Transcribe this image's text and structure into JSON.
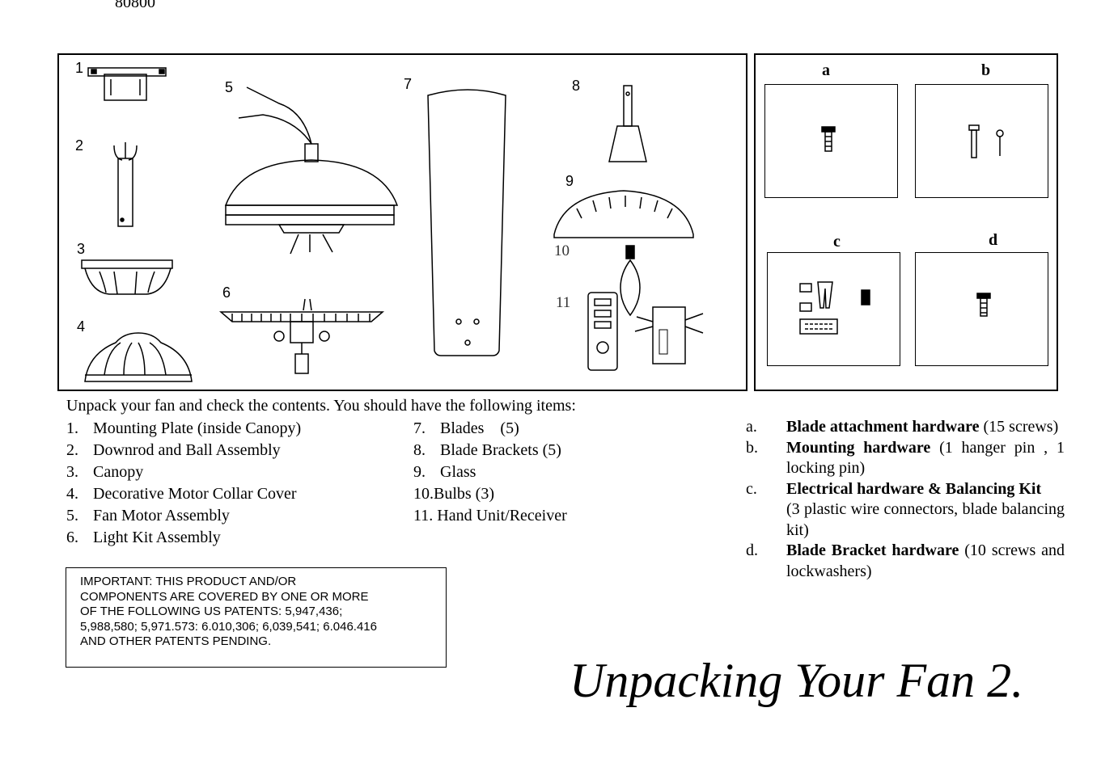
{
  "model_number": "80800",
  "parts_numbers": [
    "1",
    "2",
    "3",
    "4",
    "5",
    "6",
    "7",
    "8",
    "9",
    "10",
    "11"
  ],
  "hardware_cells": [
    "a",
    "b",
    "c",
    "d"
  ],
  "intro": "Unpack your fan and check the contents. You should have the following items:",
  "parts_list_left": [
    {
      "n": "1.",
      "label": "Mounting Plate (inside Canopy)"
    },
    {
      "n": "2.",
      "label": "Downrod and Ball Assembly"
    },
    {
      "n": "3.",
      "label": "Canopy"
    },
    {
      "n": "4.",
      "label": "Decorative Motor Collar Cover"
    },
    {
      "n": "5.",
      "label": "Fan Motor Assembly"
    },
    {
      "n": "6.",
      "label": "Light Kit Assembly"
    }
  ],
  "parts_list_right": [
    {
      "n": "7.",
      "label": "Blades    (5)"
    },
    {
      "n": "8.",
      "label": "Blade Brackets (5)"
    },
    {
      "n": "9.",
      "label": "Glass"
    },
    {
      "n": "10.",
      "label": "Bulbs (3)"
    },
    {
      "n": "11.",
      "label": "Hand Unit/Receiver"
    }
  ],
  "patent_notice": [
    "IMPORTANT: THIS PRODUCT AND/OR",
    "COMPONENTS ARE COVERED BY ONE OR MORE",
    "OF THE FOLLOWING US PATENTS: 5,947,436;",
    "5,988,580; 5,971.573: 6.010,306; 6,039,541; 6.046.416",
    "AND OTHER PATENTS PENDING."
  ],
  "hardware_list": [
    {
      "letter": "a.",
      "bold": "Blade attachment hardware",
      "rest": " (15 screws)"
    },
    {
      "letter": "b.",
      "bold": "Mounting hardware",
      "rest": " (1 hanger pin , 1 locking pin)"
    },
    {
      "letter": "c.",
      "bold": "Electrical hardware & Balancing Kit",
      "rest": "(3 plastic wire connectors, blade balancing kit)"
    },
    {
      "letter": "d.",
      "bold": "Blade Bracket hardware",
      "rest": " (10 screws and lockwashers)"
    }
  ],
  "footer_title": "Unpacking Your Fan 2."
}
